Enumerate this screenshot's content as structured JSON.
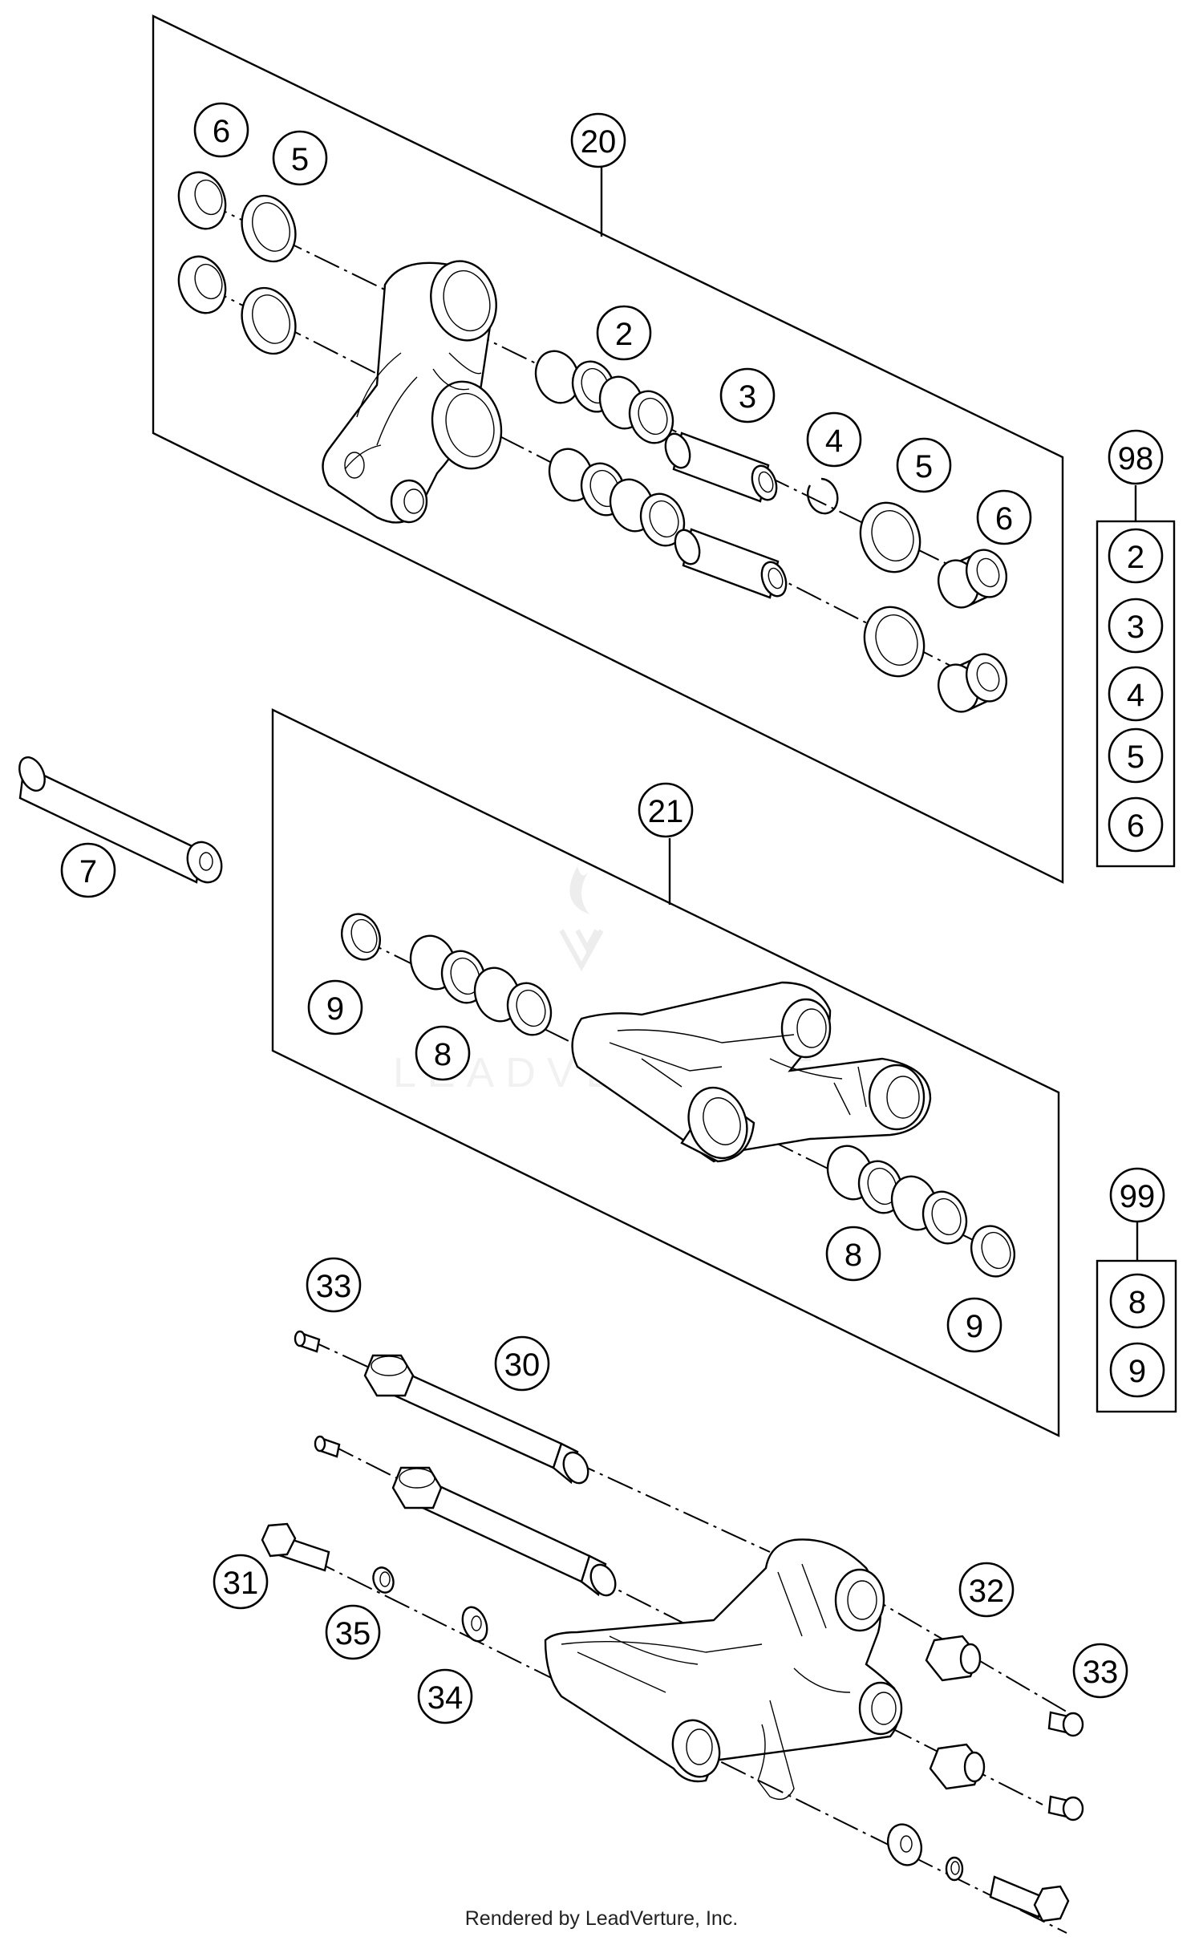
{
  "footer": "Rendered by LeadVerture, Inc.",
  "watermark": "LEADVENTURE",
  "callouts": {
    "c20": "20",
    "c6a": "6",
    "c5a": "5",
    "c2": "2",
    "c3": "3",
    "c4": "4",
    "c5b": "5",
    "c6b": "6",
    "c98": "98",
    "k98_2": "2",
    "k98_3": "3",
    "k98_4": "4",
    "k98_5": "5",
    "k98_6": "6",
    "c7": "7",
    "c21": "21",
    "c9a": "9",
    "c8a": "8",
    "c8b": "8",
    "c9b": "9",
    "c99": "99",
    "k99_8": "8",
    "k99_9": "9",
    "c33a": "33",
    "c30": "30",
    "c32": "32",
    "c33b": "33",
    "c31": "31",
    "c35": "35",
    "c34": "34"
  },
  "colors": {
    "line": "#000000",
    "background": "#ffffff"
  }
}
